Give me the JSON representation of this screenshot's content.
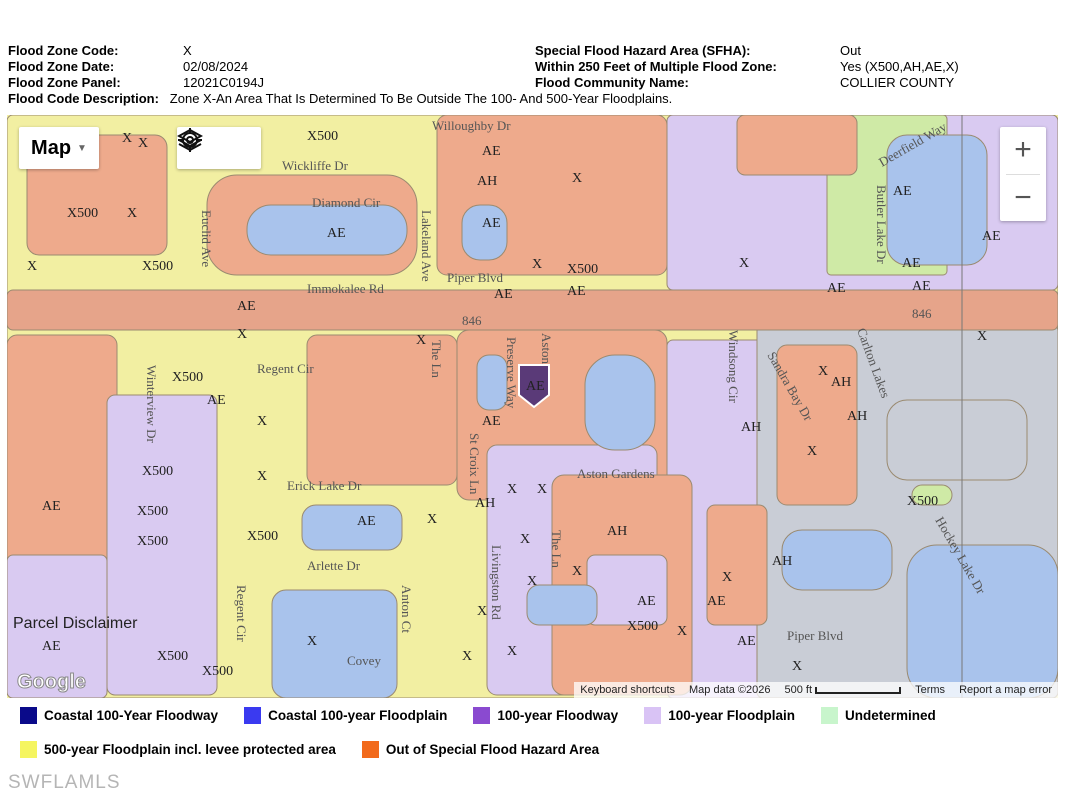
{
  "info": {
    "left": [
      {
        "label": "Flood Zone Code:",
        "value": "X"
      },
      {
        "label": "Flood Zone Date:",
        "value": "02/08/2024"
      },
      {
        "label": "Flood Zone Panel:",
        "value": "12021C0194J"
      }
    ],
    "right": [
      {
        "label": "Special Flood Hazard Area (SFHA):",
        "value": "Out"
      },
      {
        "label": "Within 250 Feet of Multiple Flood Zone:",
        "value": "Yes (X500,AH,AE,X)"
      },
      {
        "label": "Flood Community Name:",
        "value": "COLLIER COUNTY"
      }
    ],
    "description": {
      "label": "Flood Code Description:",
      "value": "Zone X-An Area That Is Determined To Be Outside The 100- And 500-Year Floodplains."
    }
  },
  "map": {
    "type_label": "Map",
    "zoom_in": "+",
    "zoom_out": "−",
    "icons": [
      "layers-icon",
      "locate-icon",
      "chevron-down-icon",
      "property-marker-icon"
    ],
    "parcel_disclaimer": "Parcel Disclaimer",
    "google_logo": "Google",
    "footer": {
      "shortcuts": "Keyboard shortcuts",
      "data": "Map data ©2026",
      "scale": "500 ft",
      "terms": "Terms",
      "report": "Report a map error"
    },
    "streets": [
      "Willoughby Dr",
      "Wickliffe Dr",
      "Diamond Cir",
      "Euclid Ave",
      "Lakeland Ave",
      "Piper Blvd",
      "Immokalee Rd",
      "846",
      "846",
      "The Ln",
      "Preserve Way",
      "Aston",
      "Regent Cir",
      "Erick Lake Dr",
      "Arlette Dr",
      "Winterview Dr",
      "Regent Cir",
      "Anton Ct",
      "Covey",
      "St Croix Ln",
      "Aston Gardens",
      "The Ln",
      "Livingston Rd",
      "Windsong Cir",
      "Sandra Bay Dr",
      "Carlton Lakes",
      "Deerfield Way",
      "Butler Lake Dr",
      "Hockey Lake Dr",
      "Piper Blvd"
    ],
    "zones": [
      "X",
      "X500",
      "AE",
      "X",
      "AH",
      "X",
      "AE",
      "X500",
      "AE",
      "AE",
      "X",
      "X500",
      "X",
      "X",
      "X500",
      "AE",
      "AE",
      "AE",
      "X",
      "X",
      "AE",
      "AE",
      "X",
      "AE",
      "X",
      "AH",
      "X",
      "AE",
      "AE",
      "X500",
      "AE",
      "X",
      "AE",
      "X500",
      "X500",
      "X500",
      "AE",
      "X",
      "AH",
      "X",
      "X",
      "AH",
      "AH",
      "X",
      "AE",
      "AE",
      "X500",
      "X",
      "X",
      "AH",
      "AH",
      "X",
      "X500",
      "X500",
      "X",
      "X",
      "AE",
      "X",
      "X",
      "X500",
      "X",
      "X",
      "X500",
      "AE",
      "X",
      "AE",
      "X"
    ],
    "colors": {
      "x": "#f2efa2",
      "x500": "#eeaa8c",
      "ah": "#d9caf1",
      "lake": "#a9c3ec",
      "road": "#e6a48a",
      "grey": "#c9cdd6",
      "green": "#cfeaa6"
    }
  },
  "legend": [
    {
      "label": "Coastal 100-Year Floodway",
      "color": "#0a0a8a"
    },
    {
      "label": "Coastal 100-year Floodplain",
      "color": "#3a3af0"
    },
    {
      "label": "100-year Floodway",
      "color": "#8a4ad0"
    },
    {
      "label": "100-year Floodplain",
      "color": "#d9c3f5"
    },
    {
      "label": "Undetermined",
      "color": "#c8f5cc"
    },
    {
      "label": "500-year Floodplain incl. levee protected area",
      "color": "#f5f560"
    },
    {
      "label": "Out of Special Flood Hazard Area",
      "color": "#f26a1b"
    }
  ],
  "watermark": "SWFLAMLS"
}
